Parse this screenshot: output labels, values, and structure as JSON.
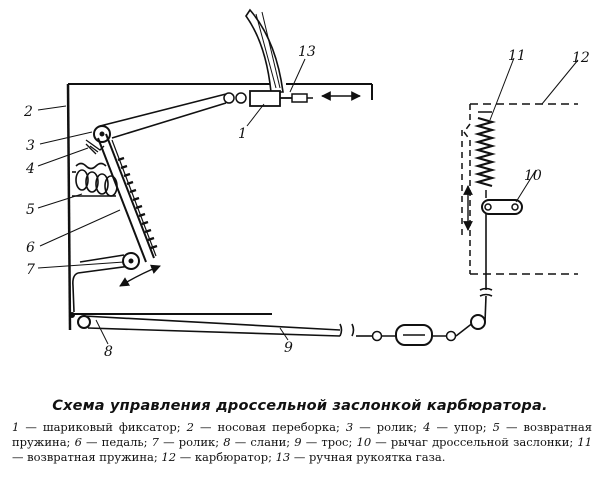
{
  "caption": {
    "title": "Схема управления дроссельной заслонкой карбюратора."
  },
  "callouts": [
    "1",
    "2",
    "3",
    "4",
    "5",
    "6",
    "7",
    "8",
    "9",
    "10",
    "11",
    "12",
    "13"
  ],
  "legend": [
    {
      "num": "1",
      "text": "— шариковый фиксатор;"
    },
    {
      "num": "2",
      "text": "— носовая переборка;"
    },
    {
      "num": "3",
      "text": "— ролик;"
    },
    {
      "num": "4",
      "text": "— упор;"
    },
    {
      "num": "5",
      "text": "— возвратная пружина;"
    },
    {
      "num": "6",
      "text": "— педаль;"
    },
    {
      "num": "7",
      "text": "— ролик;"
    },
    {
      "num": "8",
      "text": "— слани;"
    },
    {
      "num": "9",
      "text": "— трос;"
    },
    {
      "num": "10",
      "text": "— рычаг дроссельной заслонки;"
    },
    {
      "num": "11",
      "text": "— возвратная пружина;"
    },
    {
      "num": "12",
      "text": "— карбюратор;"
    },
    {
      "num": "13",
      "text": "— ручная рукоятка газа."
    }
  ]
}
